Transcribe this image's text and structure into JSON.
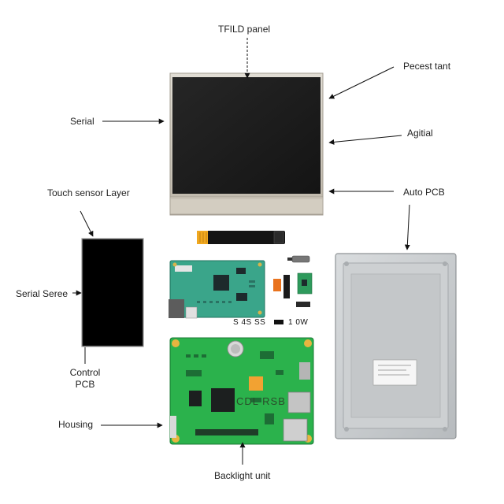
{
  "labels": {
    "top": "TFILD panel",
    "right_top": "Pecest tant",
    "serial": "Serial",
    "agitial": "Agitial",
    "touch": "Touch sensor Layer",
    "auto_pcb": "Auto PCB",
    "serial_sense": "Serial Seree",
    "control_line1": "Control",
    "control_line2": "PCB",
    "housing": "Housing",
    "backlight": "Backlight unit"
  },
  "board_text": {
    "small": "S 4S SS",
    "small_right": "1 0W",
    "large": "CDL RSB"
  },
  "colors": {
    "pcb_green": "#2bb24c",
    "pcb_teal": "#3aa58a",
    "panel_black": "#1b1b1b",
    "housing_gray": "#c8cbcd",
    "bezel_silver": "#cfc9bd"
  }
}
